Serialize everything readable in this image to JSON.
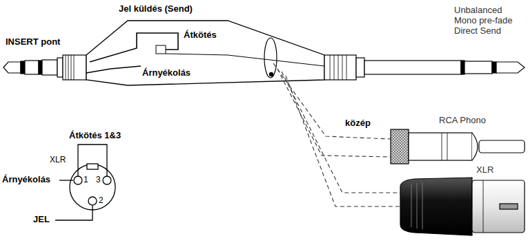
{
  "diagram": {
    "labels": [
      "Jel küldés (Send)",
      "INSERT pont",
      "Átkötés",
      "Árnyékolás",
      "Unbalanced Mono pre-fade Direct Send",
      "közép",
      "RCA Phono",
      "XLR",
      "Átkötés 1&3",
      "XLR",
      "1",
      "3",
      "Árnyékolás",
      "2",
      "JEL"
    ]
  }
}
